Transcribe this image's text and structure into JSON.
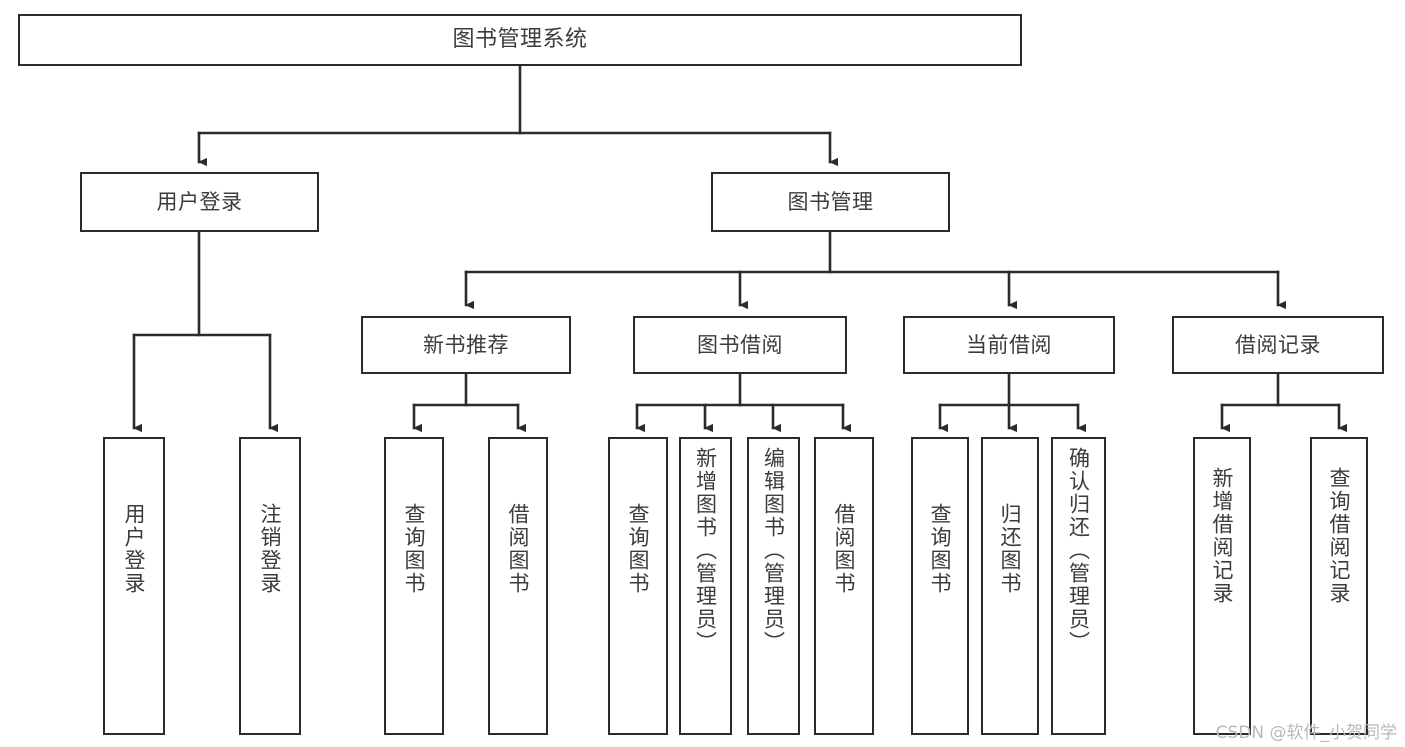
{
  "diagram": {
    "title": "图书管理系统",
    "type": "tree-structure-chart",
    "root": {
      "id": "root",
      "label": "图书管理系统"
    },
    "level2": [
      {
        "id": "user-login",
        "label": "用户登录"
      },
      {
        "id": "book-manage",
        "label": "图书管理"
      }
    ],
    "level3": [
      {
        "id": "new-book-recommend",
        "label": "新书推荐",
        "parent": "book-manage"
      },
      {
        "id": "book-borrow",
        "label": "图书借阅",
        "parent": "book-manage"
      },
      {
        "id": "current-borrow",
        "label": "当前借阅",
        "parent": "book-manage"
      },
      {
        "id": "borrow-record",
        "label": "借阅记录",
        "parent": "book-manage"
      }
    ],
    "leaves": [
      {
        "id": "leaf-user-login",
        "label": "用户登录",
        "parent": "user-login"
      },
      {
        "id": "leaf-user-logout",
        "label": "注销登录",
        "parent": "user-login"
      },
      {
        "id": "leaf-query-book-1",
        "label": "查询图书",
        "parent": "new-book-recommend"
      },
      {
        "id": "leaf-borrow-book-1",
        "label": "借阅图书",
        "parent": "new-book-recommend"
      },
      {
        "id": "leaf-query-book-2",
        "label": "查询图书",
        "parent": "book-borrow"
      },
      {
        "id": "leaf-add-book",
        "label": "新增图书（管理员）",
        "parent": "book-borrow"
      },
      {
        "id": "leaf-edit-book",
        "label": "编辑图书（管理员）",
        "parent": "book-borrow"
      },
      {
        "id": "leaf-borrow-book-2",
        "label": "借阅图书",
        "parent": "book-borrow"
      },
      {
        "id": "leaf-query-book-3",
        "label": "查询图书",
        "parent": "current-borrow"
      },
      {
        "id": "leaf-return-book",
        "label": "归还图书",
        "parent": "current-borrow"
      },
      {
        "id": "leaf-confirm-return",
        "label": "确认归还（管理员）",
        "parent": "current-borrow"
      },
      {
        "id": "leaf-add-record",
        "label": "新增借阅记录",
        "parent": "borrow-record"
      },
      {
        "id": "leaf-query-record",
        "label": "查询借阅记录",
        "parent": "borrow-record"
      }
    ]
  },
  "watermark": {
    "text": "CSDN @软件_小贺同学"
  },
  "colors": {
    "background": "#ffffff",
    "box_border": "#2b2b2b",
    "box_fill": "#ffffff",
    "text": "#3c3c3c",
    "connector": "#2b2b2b",
    "watermark": "#b9b9b9"
  }
}
